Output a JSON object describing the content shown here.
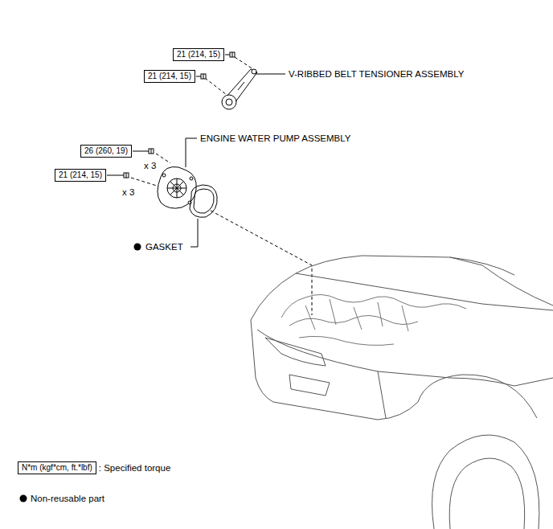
{
  "diagram": {
    "nodes": [
      {
        "text": [
          "21 (214, 15)"
        ]
      },
      {
        "text": [
          "21 (214, 15)"
        ]
      },
      {
        "text": [
          "26 (260, 19)"
        ]
      },
      {
        "text": [
          "21 (214, 15)"
        ]
      },
      {
        "text": [
          "N*m (kgf*cm, ft.*lbf)"
        ]
      }
    ],
    "labels": [
      "V-RIBBED BELT TENSIONER ASSEMBLY",
      "ENGINE WATER PUMP ASSEMBLY",
      "x 3",
      "x 3",
      "GASKET"
    ],
    "legend": [
      {
        "text": ": Specified torque"
      },
      {
        "text": "Non-reusable part"
      }
    ]
  }
}
